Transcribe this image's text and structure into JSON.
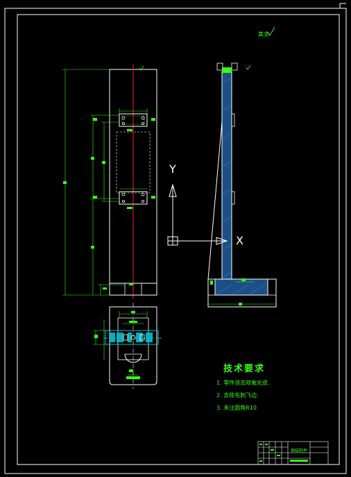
{
  "technical_requirements": {
    "title": "技术要求",
    "items": [
      "1. 零件须去除氧化皮.",
      "2. 去除毛刺飞边.",
      "3. 未注圆角R10"
    ]
  },
  "roughness_note": "其余",
  "axis_labels": {
    "y": "Y",
    "x": "X"
  },
  "title_block": {
    "name": "钢结构件"
  },
  "colors": {
    "background": "#000000",
    "frame": "#ffffff",
    "outline": "#ffffff",
    "dimension": "#39ff14",
    "centerline": "#ff2020",
    "section": "#00c0d0",
    "hatch": "#3a8fd8"
  }
}
